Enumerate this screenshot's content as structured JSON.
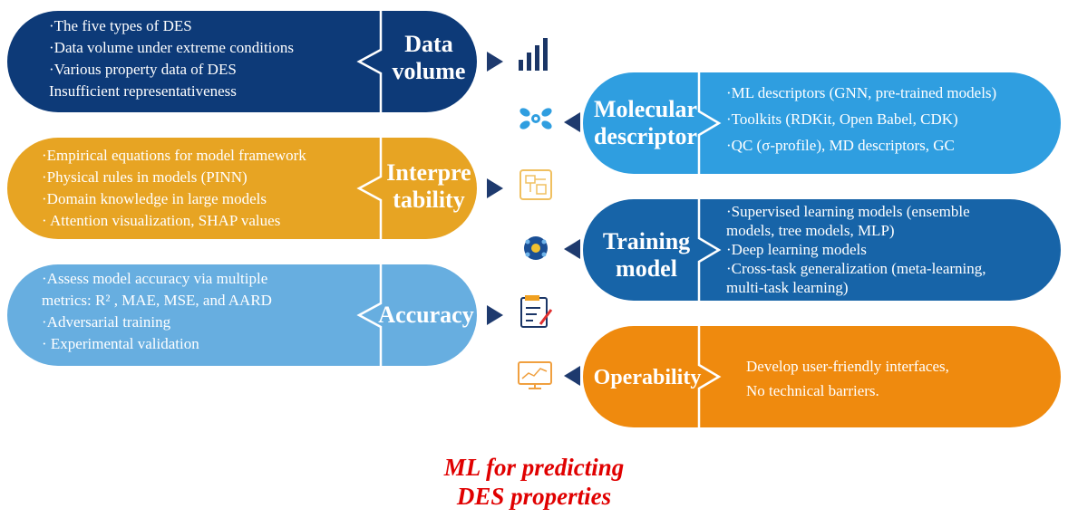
{
  "left_panels": [
    {
      "id": "data-volume",
      "title": [
        "Data",
        "volume"
      ],
      "items": [
        "·The five types of DES",
        "·Data volume under extreme conditions",
        "·Various property data of DES",
        "Insufficient representativeness"
      ],
      "color": "#0d3a78"
    },
    {
      "id": "interpretability",
      "title": [
        "Interpre",
        "tability"
      ],
      "items": [
        "·Empirical equations for model framework",
        "·Physical rules in models (PINN)",
        "·Domain knowledge in large models",
        "· Attention visualization, SHAP values"
      ],
      "color": "#e7a423"
    },
    {
      "id": "accuracy",
      "title": [
        "Accuracy"
      ],
      "items": [
        "·Assess model accuracy via multiple",
        "metrics: R² , MAE, MSE, and AARD",
        "·Adversarial training",
        "· Experimental validation"
      ],
      "color": "#67aee0"
    }
  ],
  "right_panels": [
    {
      "id": "molecular-descriptor",
      "title": [
        "Molecular",
        "descriptor"
      ],
      "items": [
        "·ML descriptors (GNN, pre-trained models)",
        "·Toolkits (RDKit, Open Babel, CDK)",
        "·QC  (σ-profile), MD descriptors, GC"
      ],
      "color": "#2f9ee0"
    },
    {
      "id": "training-model",
      "title": [
        "Training",
        "model"
      ],
      "items": [
        "·Supervised learning models (ensemble",
        "models, tree models, MLP)",
        "·Deep learning models",
        "·Cross-task generalization (meta-learning,",
        "multi-task learning)"
      ],
      "color": "#1764a8"
    },
    {
      "id": "operability",
      "title": [
        "Operability"
      ],
      "items": [
        "Develop user-friendly interfaces,",
        "No technical barriers."
      ],
      "color": "#ef8a0e"
    }
  ],
  "caption": [
    "ML for predicting",
    "DES properties"
  ],
  "icons": [
    "bar-chart-icon",
    "molecule-icon",
    "circuit-board-icon",
    "neural-network-icon",
    "checklist-icon",
    "monitor-chart-icon"
  ],
  "colors": {
    "arrow": "#1e3a6e",
    "axis_top": "#1f4e8c",
    "axis_bottom": "#ee9a28",
    "caption": "#e00000"
  }
}
